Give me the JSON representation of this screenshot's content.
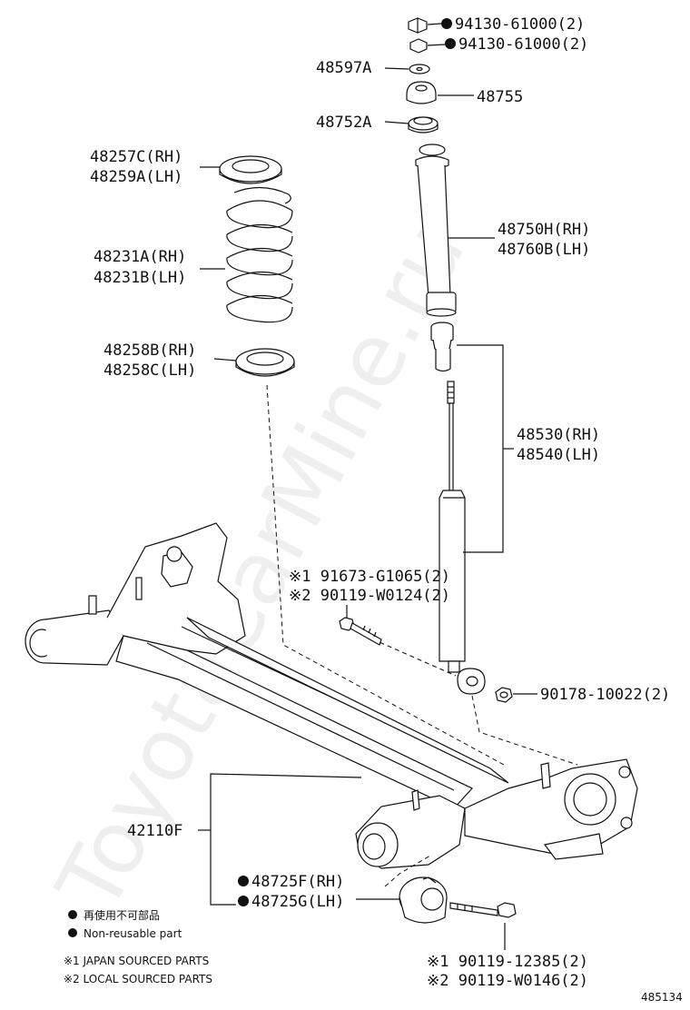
{
  "watermark": "ToyotaCarMine.ru",
  "diagram_id": "485134",
  "labels": {
    "nut_top_1": "94130-61000(2)",
    "nut_top_2": "94130-61000(2)",
    "washer": "48597A",
    "support": "48755",
    "bearing": "48752A",
    "upper_seat_rh": "48257C(RH)",
    "upper_seat_lh": "48259A(LH)",
    "spring_rh": "48231A(RH)",
    "spring_lh": "48231B(LH)",
    "boot_rh": "48750H(RH)",
    "boot_lh": "48760B(LH)",
    "lower_seat_rh": "48258B(RH)",
    "lower_seat_lh": "48258C(LH)",
    "absorber_rh": "48530(RH)",
    "absorber_lh": "48540(LH)",
    "bolt_jp": "※1 91673-G1065(2)",
    "bolt_local": "※2 90119-W0124(2)",
    "nut_lower": "90178-10022(2)",
    "beam": "42110F",
    "bush_rh": "48725F(RH)",
    "bush_lh": "48725G(LH)",
    "bolt_bottom_jp": "※1 90119-12385(2)",
    "bolt_bottom_local": "※2 90119-W0146(2)"
  },
  "legend": {
    "jp_text": "再使用不可部品",
    "en_text": "Non-reusable part",
    "note1": "※1 JAPAN SOURCED PARTS",
    "note2": "※2 LOCAL SOURCED PARTS"
  }
}
